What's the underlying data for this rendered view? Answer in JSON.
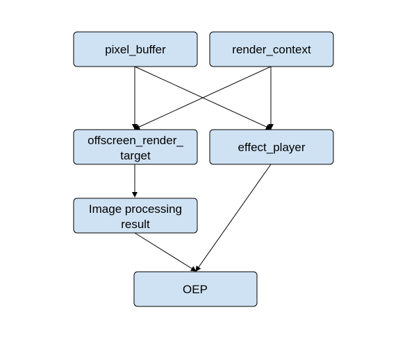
{
  "diagram": {
    "colors": {
      "node_fill": "#cfe2f3",
      "node_stroke": "#000000",
      "edge": "#000000",
      "background": "#ffffff"
    },
    "nodes": {
      "pixel_buffer": {
        "lines": [
          "pixel_buffer"
        ]
      },
      "render_context": {
        "lines": [
          "render_context"
        ]
      },
      "offscreen_render_target": {
        "lines": [
          "offscreen_render_",
          "target"
        ]
      },
      "effect_player": {
        "lines": [
          "effect_player"
        ]
      },
      "image_processing_result": {
        "lines": [
          "Image processing",
          "result"
        ]
      },
      "oep": {
        "lines": [
          "OEP"
        ]
      }
    },
    "edges": [
      {
        "from": "pixel_buffer",
        "to": "offscreen_render_target"
      },
      {
        "from": "pixel_buffer",
        "to": "effect_player"
      },
      {
        "from": "render_context",
        "to": "offscreen_render_target"
      },
      {
        "from": "render_context",
        "to": "effect_player"
      },
      {
        "from": "offscreen_render_target",
        "to": "image_processing_result"
      },
      {
        "from": "image_processing_result",
        "to": "oep"
      },
      {
        "from": "effect_player",
        "to": "oep"
      }
    ]
  }
}
